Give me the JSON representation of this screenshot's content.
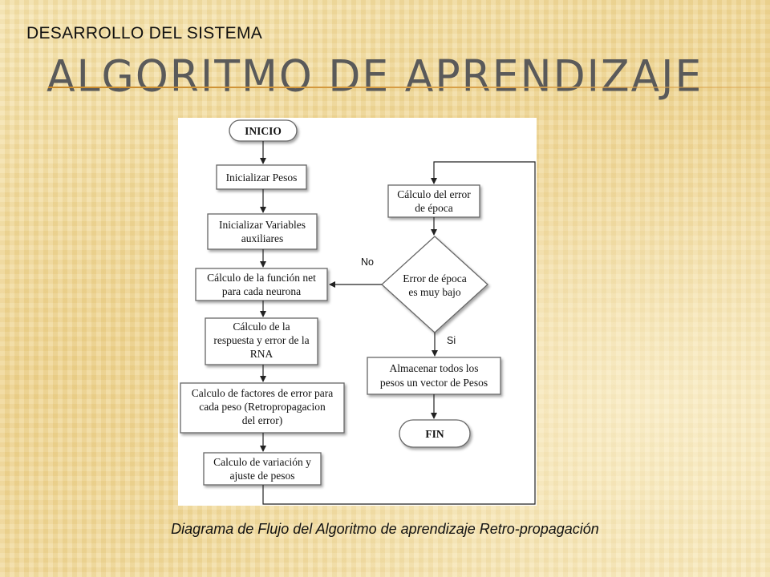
{
  "slide": {
    "subtitle": "DESARROLLO DEL SISTEMA",
    "title": "ALGORITMO DE APRENDIZAJE",
    "caption": "Diagrama de Flujo del Algoritmo de aprendizaje Retro-propagación"
  },
  "flowchart": {
    "inicio": "INICIO",
    "inicializar_pesos": "Inicializar Pesos",
    "inicializar_variables": [
      "Inicializar Variables",
      "auxiliares"
    ],
    "calculo_funcion_net": [
      "Cálculo de la función net",
      "para cada neurona"
    ],
    "calculo_respuesta": [
      "Cálculo de la",
      "respuesta y error de la",
      "RNA"
    ],
    "calculo_factores": [
      "Calculo de factores de error para",
      "cada peso (Retropropagacion",
      "del error)"
    ],
    "calculo_variacion": [
      "Calculo de variación y",
      "ajuste de pesos"
    ],
    "calculo_error_epoca": [
      "Cálculo del error",
      "de época"
    ],
    "decision": [
      "Error de época",
      "es muy bajo"
    ],
    "label_no": "No",
    "label_si": "Si",
    "almacenar": [
      "Almacenar todos los",
      "pesos un vector de Pesos"
    ],
    "fin": "FIN"
  }
}
